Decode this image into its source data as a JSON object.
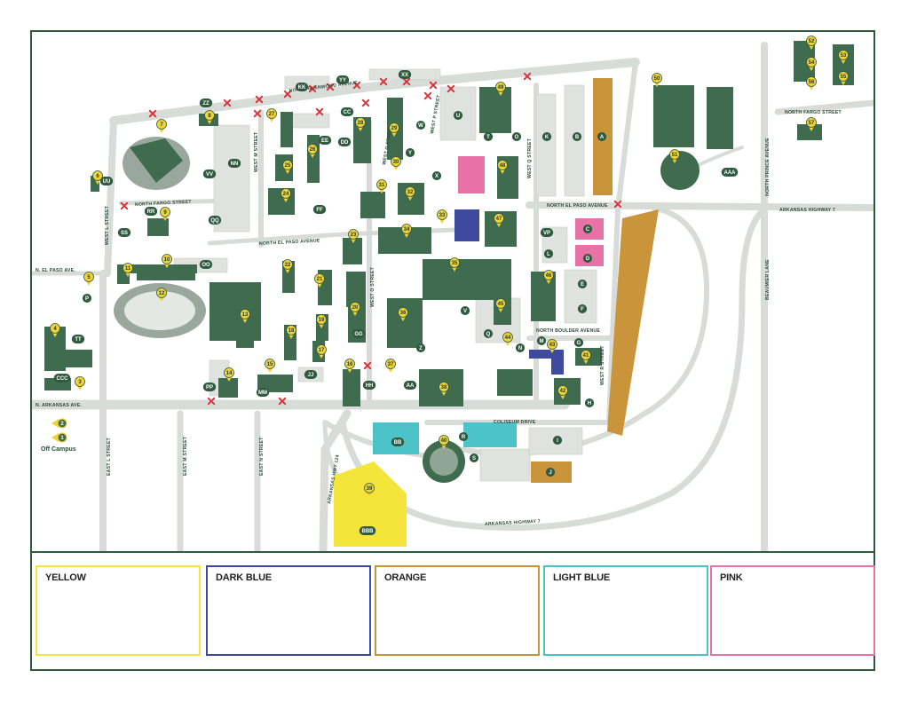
{
  "streets": {
    "n_glenwood": "NORTH GLENWOOD AVENUE",
    "n_fargo_w": "NORTH FARGO STREET",
    "n_fargo_e": "NORTH FARGO STREET",
    "n_el_paso_ave": "NORTH EL PASO AVENUE",
    "n_el_paso_ave_e": "NORTH EL PASO AVENUE",
    "n_el_paso_w": "N. EL PASO AVE.",
    "n_arkansas_ave": "N. ARKANSAS AVE.",
    "w_l_st": "WEST L STREET",
    "w_m_st": "WEST M STREET",
    "w_o_st_n": "WEST O STREET",
    "w_o_st_s": "WEST O STREET",
    "w_p_st": "WEST P STREET",
    "w_q_st": "WEST Q STREET",
    "w_r_st": "WEST R STREET",
    "n_prince_ave": "NORTH PRINCE AVENUE",
    "n_boulder": "NORTH BOULDER AVENUE",
    "coliseum_dr": "COLISEUM DRIVE",
    "ark_hwy7_e": "ARKANSAS HIGHWAY 7",
    "ark_hwy7_s": "ARKANSAS HIGHWAY 7",
    "ark_hwy124": "ARKANSAS HWY 124",
    "beaumier_ln": "BEAUMIER LANE",
    "east_l_st": "EAST L STREET",
    "east_m_st": "EAST M STREET",
    "east_n_st": "EAST N STREET"
  },
  "off_campus": {
    "label": "Off Campus",
    "pins": [
      "2",
      "1"
    ]
  },
  "buildings": [
    "7",
    "8",
    "6",
    "9",
    "10",
    "11",
    "12",
    "13",
    "5",
    "4",
    "3",
    "14",
    "15",
    "16",
    "17",
    "18",
    "19",
    "20",
    "21",
    "22",
    "23",
    "24",
    "25",
    "26",
    "27",
    "28",
    "29",
    "30",
    "31",
    "32",
    "33",
    "34",
    "35",
    "36",
    "37",
    "38",
    "39",
    "40",
    "41",
    "42",
    "43",
    "44",
    "45",
    "46",
    "47",
    "48",
    "49",
    "50",
    "51",
    "52",
    "53",
    "54",
    "55",
    "56",
    "57"
  ],
  "lots": [
    "ZZ",
    "KK",
    "YY",
    "XX",
    "CC",
    "DD",
    "EE",
    "W",
    "U",
    "T",
    "O",
    "K",
    "B",
    "A",
    "X",
    "Y",
    "NN",
    "VV",
    "UU",
    "SS",
    "RR",
    "QQ",
    "FF",
    "OO",
    "P",
    "TT",
    "CCC",
    "PP",
    "MM",
    "JJ",
    "HH",
    "GG",
    "AA",
    "Z",
    "V",
    "Q",
    "N",
    "M",
    "G",
    "H",
    "E",
    "F",
    "C",
    "D",
    "L",
    "VP",
    "I",
    "J",
    "R",
    "S",
    "BB",
    "BBB",
    "AAA"
  ],
  "legend": [
    {
      "label": "YELLOW",
      "color": "#f4e53a"
    },
    {
      "label": "DARK BLUE",
      "color": "#3d4a9e"
    },
    {
      "label": "ORANGE",
      "color": "#c9943a"
    },
    {
      "label": "LIGHT BLUE",
      "color": "#4bc3c9"
    },
    {
      "label": "PINK",
      "color": "#e872a6"
    }
  ]
}
